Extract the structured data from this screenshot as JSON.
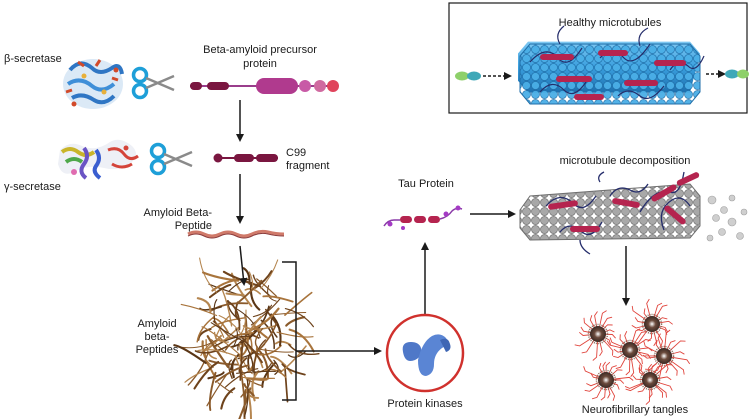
{
  "labels": {
    "beta_secretase": "β-secretase",
    "gamma_secretase": "γ-secretase",
    "app_line1": "Beta-amyloid precursor",
    "app_line2": "protein",
    "c99_line1": "C99",
    "c99_line2": "fragment",
    "abeta_line1": "Amyloid Beta-",
    "abeta_line2": "Peptide",
    "abeta_peptides_line1": "Amyloid",
    "abeta_peptides_line2": "beta-",
    "abeta_peptides_line3": "Peptides",
    "tau_protein": "Tau Protein",
    "protein_kinases": "Protein kinases",
    "healthy_microtubules": "Healthy microtubules",
    "microtubule_decomposition": "microtubule decomposition",
    "neurofibrillary_tangles": "Neurofibrillary tangles"
  },
  "colors": {
    "tau": "#b5244f",
    "app": "#9a3d8c",
    "c99": "#7a1640",
    "healthy_tubule": "#3a9fde",
    "decomposed_tubule": "#9a9a9a",
    "plaque": "#8a5a2b",
    "kinase_circle": "#d0312d",
    "kinase": "#4f78c8",
    "scissors": "#1e9fd8",
    "tangle": "#e0443c",
    "linker": "#252d6b"
  }
}
